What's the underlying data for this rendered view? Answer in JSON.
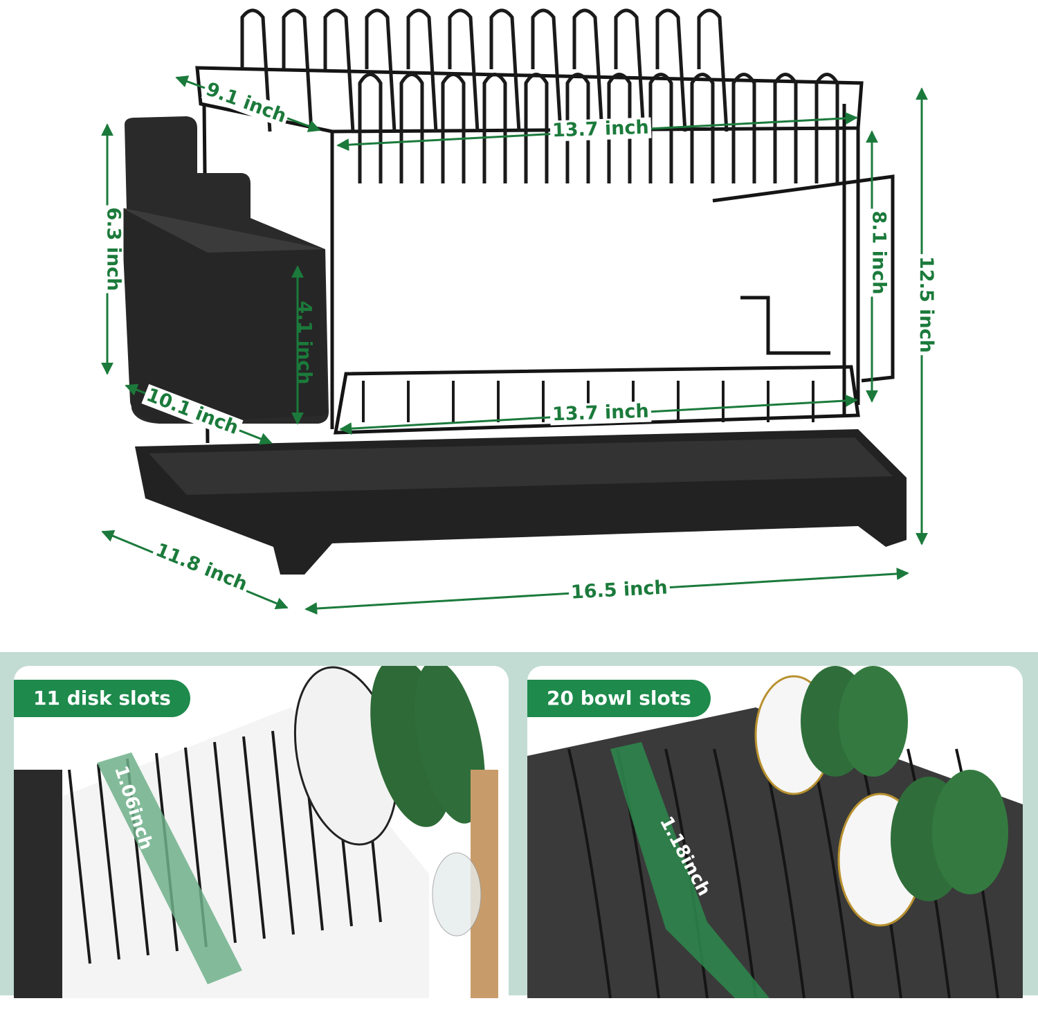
{
  "colors": {
    "dimension": "#1b7a3b",
    "band": "#c2dcd3",
    "pill": "#1e8a4c",
    "rack": "#1f1f1f"
  },
  "dimensions": {
    "top_depth": "9.1 inch",
    "top_width": "13.7 inch",
    "holder_height": "6.3 inch",
    "holder_inner_height": "4.1 inch",
    "side_height": "8.1 inch",
    "total_height": "12.5 inch",
    "holder_depth": "10.1 inch",
    "bottom_width": "13.7 inch",
    "total_depth": "11.8 inch",
    "total_width": "16.5 inch"
  },
  "panels": [
    {
      "title": "11 disk slots",
      "spacing": "1.06inch"
    },
    {
      "title": "20 bowl slots",
      "spacing": "1.18inch"
    }
  ]
}
